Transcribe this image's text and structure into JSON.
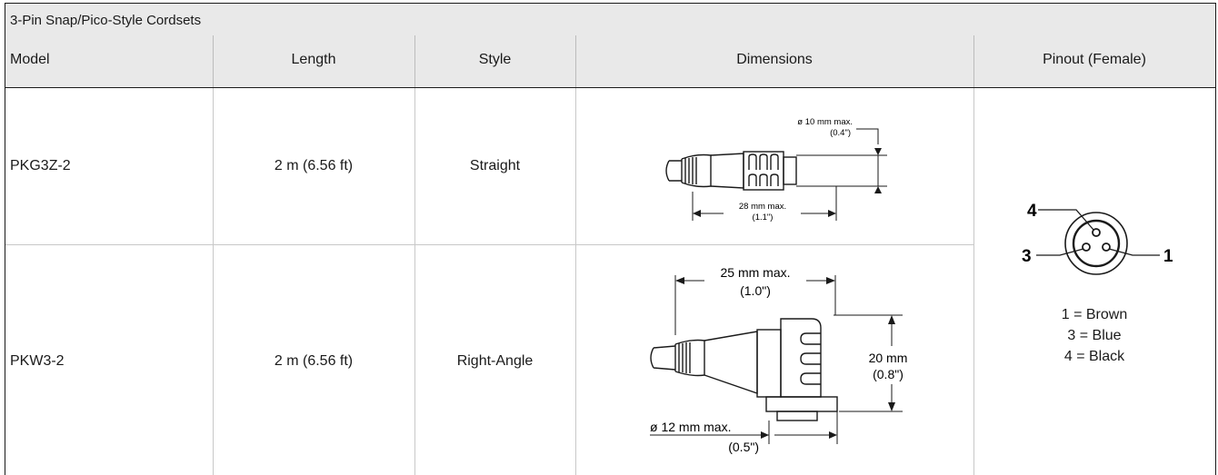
{
  "table": {
    "caption": "3-Pin Snap/Pico-Style Cordsets",
    "headers": {
      "model": "Model",
      "length": "Length",
      "style": "Style",
      "dimensions": "Dimensions",
      "pinout": "Pinout (Female)"
    },
    "rows": [
      {
        "model": "PKG3Z-2",
        "length": "2 m (6.56 ft)",
        "style": "Straight"
      },
      {
        "model": "PKW3-2",
        "length": "2 m (6.56 ft)",
        "style": "Right-Angle"
      }
    ]
  },
  "straight_drawing": {
    "diameter_label": "ø 10 mm max.",
    "diameter_inch": "(0.4\")",
    "length_label": "28 mm max.",
    "length_inch": "(1.1\")"
  },
  "right_angle_drawing": {
    "width_label": "25 mm max.",
    "width_inch": "(1.0\")",
    "height_label": "20 mm",
    "height_inch": "(0.8\")",
    "diameter_label": "ø 12 mm max.",
    "diameter_inch": "(0.5\")"
  },
  "pinout": {
    "pins": {
      "pin1": "1",
      "pin3": "3",
      "pin4": "4"
    },
    "legend": [
      "1 = Brown",
      "3 = Blue",
      "4 = Black"
    ]
  }
}
